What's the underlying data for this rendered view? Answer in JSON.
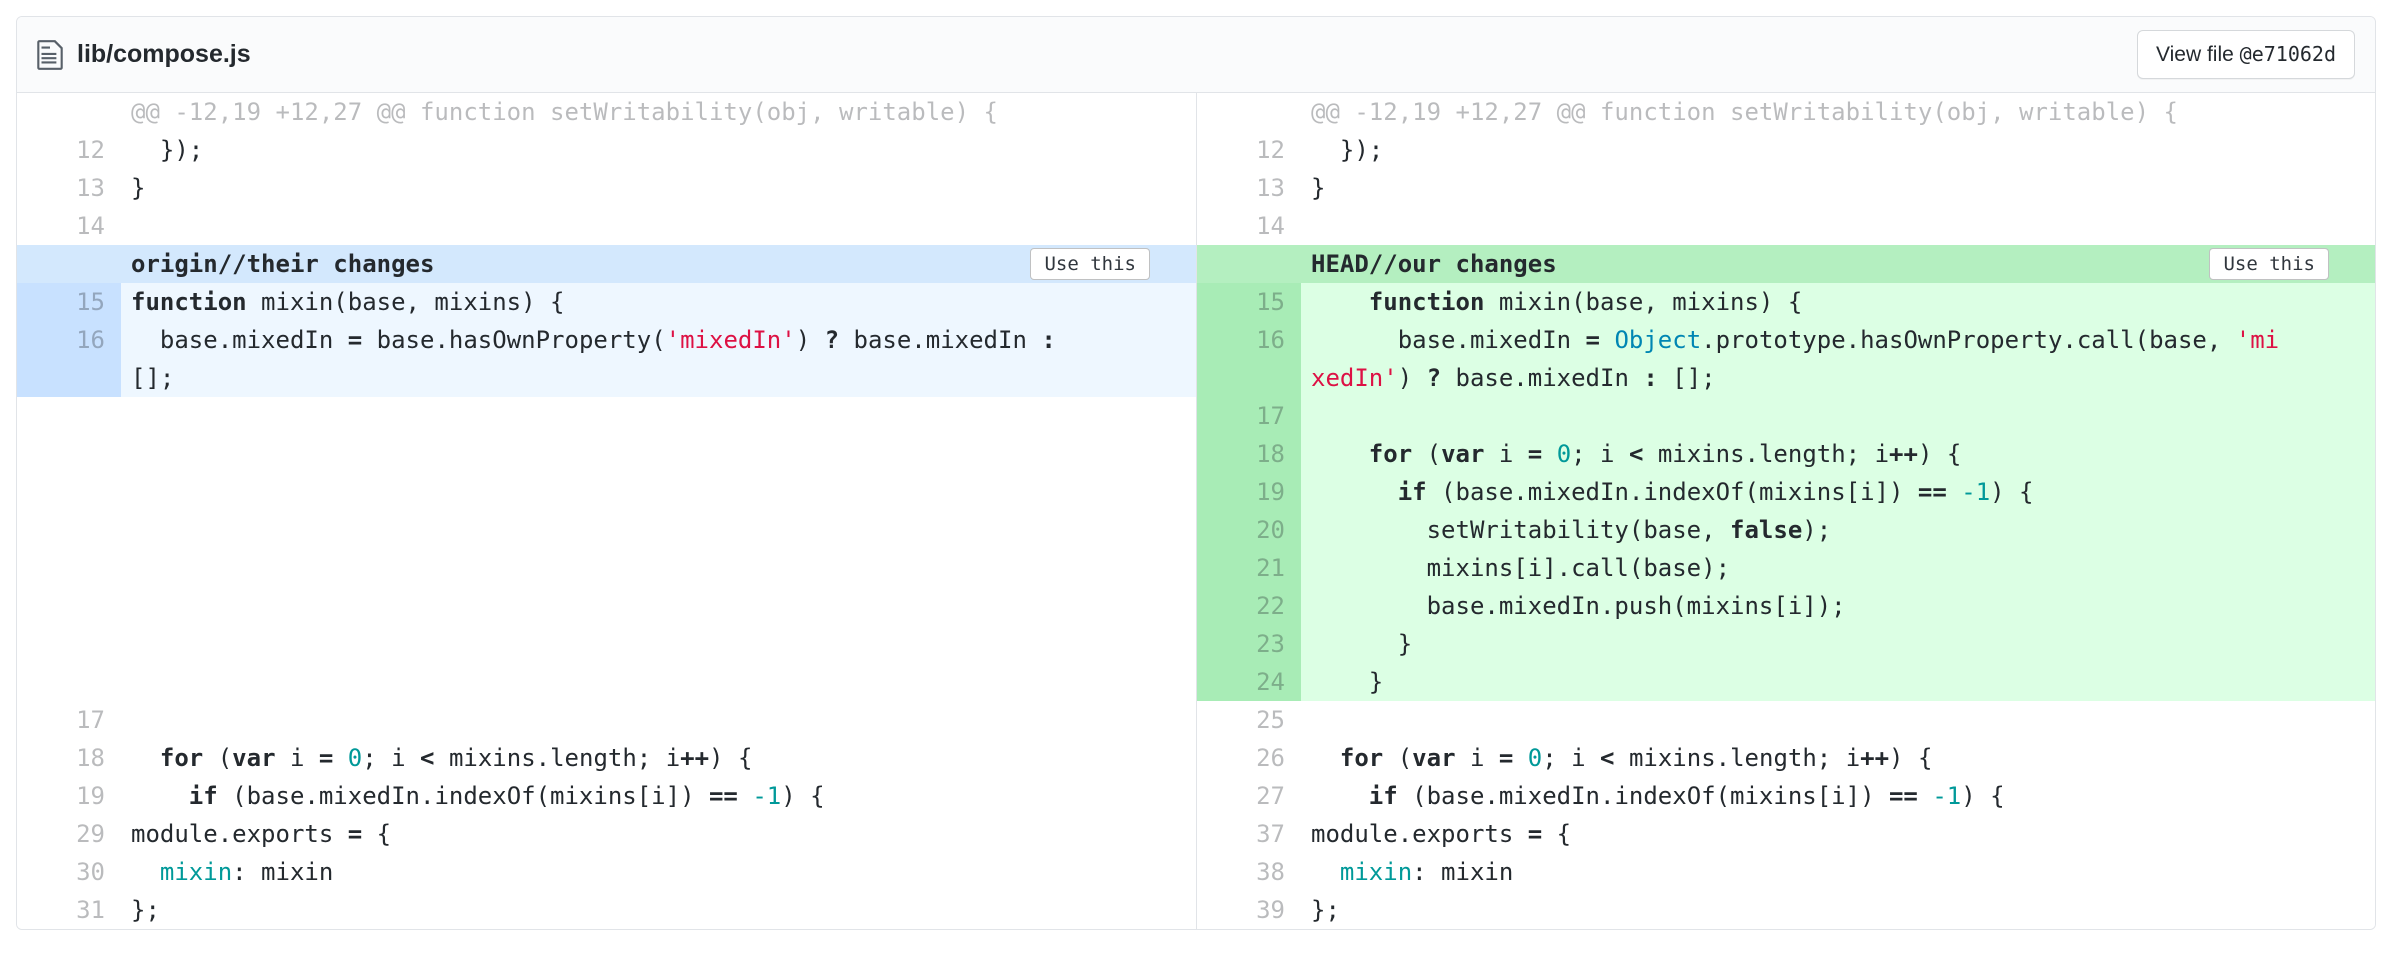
{
  "file_header": {
    "filename": "lib/compose.js",
    "view_file_label": "View file",
    "view_file_sha": "@e71062d"
  },
  "colors": {
    "theirs_header": "#d3e8fd",
    "theirs_gutter": "#c8e1ff",
    "theirs_line": "#eef7ff",
    "ours_header": "#b4efc0",
    "ours_gutter": "#a8ecb6",
    "ours_line": "#dcffe4",
    "string": "#dd1144",
    "number": "#009999",
    "builtin": "#0086b3",
    "border": "#e1e4e8"
  },
  "panes": {
    "left": {
      "name": "theirs",
      "rows": [
        {
          "k": "hunk",
          "s": [
            [
              "",
              "@@ -12,19 +12,27 @@ function setWritability(obj, writable) {"
            ]
          ]
        },
        {
          "k": "code",
          "n": "12",
          "z": "",
          "s": [
            [
              "",
              "  });"
            ]
          ]
        },
        {
          "k": "code",
          "n": "13",
          "z": "",
          "s": [
            [
              "",
              "}"
            ]
          ]
        },
        {
          "k": "code",
          "n": "14",
          "z": "",
          "s": []
        },
        {
          "k": "chdr",
          "z": "blue",
          "label": "origin//their changes",
          "button": "Use this"
        },
        {
          "k": "code",
          "n": "15",
          "z": "blue",
          "s": [
            [
              "k",
              "function"
            ],
            [
              "",
              " mixin(base, mixins) {"
            ]
          ]
        },
        {
          "k": "code",
          "n": "16",
          "z": "blue",
          "s": [
            [
              "",
              "  base.mixedIn "
            ],
            [
              "o",
              "="
            ],
            [
              "",
              " base.hasOwnProperty("
            ],
            [
              "s",
              "'mixedIn'"
            ],
            [
              "",
              ") "
            ],
            [
              "o",
              "?"
            ],
            [
              "",
              " base.mixedIn "
            ],
            [
              "o",
              ":"
            ]
          ]
        },
        {
          "k": "code",
          "n": "",
          "z": "blue",
          "s": [
            [
              "",
              "[];"
            ]
          ]
        },
        {
          "k": "filler"
        },
        {
          "k": "filler"
        },
        {
          "k": "filler"
        },
        {
          "k": "filler"
        },
        {
          "k": "filler"
        },
        {
          "k": "filler"
        },
        {
          "k": "filler"
        },
        {
          "k": "filler"
        },
        {
          "k": "code",
          "n": "17",
          "z": "",
          "s": []
        },
        {
          "k": "code",
          "n": "18",
          "z": "",
          "s": [
            [
              "",
              "  "
            ],
            [
              "k",
              "for"
            ],
            [
              "",
              " ("
            ],
            [
              "k",
              "var"
            ],
            [
              "",
              " i "
            ],
            [
              "o",
              "="
            ],
            [
              "",
              " "
            ],
            [
              "n",
              "0"
            ],
            [
              "",
              "; i "
            ],
            [
              "o",
              "<"
            ],
            [
              "",
              " mixins.length; i"
            ],
            [
              "o",
              "++"
            ],
            [
              "",
              ") {"
            ]
          ]
        },
        {
          "k": "code",
          "n": "19",
          "z": "",
          "s": [
            [
              "",
              "    "
            ],
            [
              "k",
              "if"
            ],
            [
              "",
              " (base.mixedIn.indexOf(mixins[i]) "
            ],
            [
              "o",
              "=="
            ],
            [
              "",
              " "
            ],
            [
              "n",
              "-1"
            ],
            [
              "",
              ") {"
            ]
          ]
        },
        {
          "k": "code",
          "n": "29",
          "z": "",
          "s": [
            [
              "",
              "module.exports "
            ],
            [
              "o",
              "="
            ],
            [
              "",
              " {"
            ]
          ]
        },
        {
          "k": "code",
          "n": "30",
          "z": "",
          "s": [
            [
              "",
              "  "
            ],
            [
              "p",
              "mixin"
            ],
            [
              "",
              ": mixin"
            ]
          ]
        },
        {
          "k": "code",
          "n": "31",
          "z": "",
          "s": [
            [
              "",
              "};"
            ]
          ]
        }
      ]
    },
    "right": {
      "name": "ours",
      "rows": [
        {
          "k": "hunk",
          "s": [
            [
              "",
              "@@ -12,19 +12,27 @@ function setWritability(obj, writable) {"
            ]
          ]
        },
        {
          "k": "code",
          "n": "12",
          "z": "",
          "s": [
            [
              "",
              "  });"
            ]
          ]
        },
        {
          "k": "code",
          "n": "13",
          "z": "",
          "s": [
            [
              "",
              "}"
            ]
          ]
        },
        {
          "k": "code",
          "n": "14",
          "z": "",
          "s": []
        },
        {
          "k": "chdr",
          "z": "green",
          "label": "HEAD//our changes",
          "button": "Use this"
        },
        {
          "k": "code",
          "n": "15",
          "z": "green",
          "s": [
            [
              "",
              "    "
            ],
            [
              "k",
              "function"
            ],
            [
              "",
              " mixin(base, mixins) {"
            ]
          ]
        },
        {
          "k": "code",
          "n": "16",
          "z": "green",
          "s": [
            [
              "",
              "      base.mixedIn "
            ],
            [
              "o",
              "="
            ],
            [
              "",
              " "
            ],
            [
              "v",
              "Object"
            ],
            [
              "",
              ".prototype.hasOwnProperty.call(base, "
            ],
            [
              "s",
              "'mi"
            ]
          ]
        },
        {
          "k": "code",
          "n": "",
          "z": "green",
          "s": [
            [
              "s",
              "xedIn'"
            ],
            [
              "",
              ") "
            ],
            [
              "o",
              "?"
            ],
            [
              "",
              " base.mixedIn "
            ],
            [
              "o",
              ":"
            ],
            [
              "",
              " [];"
            ]
          ]
        },
        {
          "k": "code",
          "n": "17",
          "z": "green",
          "s": []
        },
        {
          "k": "code",
          "n": "18",
          "z": "green",
          "s": [
            [
              "",
              "    "
            ],
            [
              "k",
              "for"
            ],
            [
              "",
              " ("
            ],
            [
              "k",
              "var"
            ],
            [
              "",
              " i "
            ],
            [
              "o",
              "="
            ],
            [
              "",
              " "
            ],
            [
              "n",
              "0"
            ],
            [
              "",
              "; i "
            ],
            [
              "o",
              "<"
            ],
            [
              "",
              " mixins.length; i"
            ],
            [
              "o",
              "++"
            ],
            [
              "",
              ") {"
            ]
          ]
        },
        {
          "k": "code",
          "n": "19",
          "z": "green",
          "s": [
            [
              "",
              "      "
            ],
            [
              "k",
              "if"
            ],
            [
              "",
              " (base.mixedIn.indexOf(mixins[i]) "
            ],
            [
              "o",
              "=="
            ],
            [
              "",
              " "
            ],
            [
              "n",
              "-1"
            ],
            [
              "",
              ") {"
            ]
          ]
        },
        {
          "k": "code",
          "n": "20",
          "z": "green",
          "s": [
            [
              "",
              "        setWritability(base, "
            ],
            [
              "k",
              "false"
            ],
            [
              "",
              ");"
            ]
          ]
        },
        {
          "k": "code",
          "n": "21",
          "z": "green",
          "s": [
            [
              "",
              "        mixins[i].call(base);"
            ]
          ]
        },
        {
          "k": "code",
          "n": "22",
          "z": "green",
          "s": [
            [
              "",
              "        base.mixedIn.push(mixins[i]);"
            ]
          ]
        },
        {
          "k": "code",
          "n": "23",
          "z": "green",
          "s": [
            [
              "",
              "      }"
            ]
          ]
        },
        {
          "k": "code",
          "n": "24",
          "z": "green",
          "s": [
            [
              "",
              "    }"
            ]
          ]
        },
        {
          "k": "code",
          "n": "25",
          "z": "",
          "s": []
        },
        {
          "k": "code",
          "n": "26",
          "z": "",
          "s": [
            [
              "",
              "  "
            ],
            [
              "k",
              "for"
            ],
            [
              "",
              " ("
            ],
            [
              "k",
              "var"
            ],
            [
              "",
              " i "
            ],
            [
              "o",
              "="
            ],
            [
              "",
              " "
            ],
            [
              "n",
              "0"
            ],
            [
              "",
              "; i "
            ],
            [
              "o",
              "<"
            ],
            [
              "",
              " mixins.length; i"
            ],
            [
              "o",
              "++"
            ],
            [
              "",
              ") {"
            ]
          ]
        },
        {
          "k": "code",
          "n": "27",
          "z": "",
          "s": [
            [
              "",
              "    "
            ],
            [
              "k",
              "if"
            ],
            [
              "",
              " (base.mixedIn.indexOf(mixins[i]) "
            ],
            [
              "o",
              "=="
            ],
            [
              "",
              " "
            ],
            [
              "n",
              "-1"
            ],
            [
              "",
              ") {"
            ]
          ]
        },
        {
          "k": "code",
          "n": "37",
          "z": "",
          "s": [
            [
              "",
              "module.exports "
            ],
            [
              "o",
              "="
            ],
            [
              "",
              " {"
            ]
          ]
        },
        {
          "k": "code",
          "n": "38",
          "z": "",
          "s": [
            [
              "",
              "  "
            ],
            [
              "p",
              "mixin"
            ],
            [
              "",
              ": mixin"
            ]
          ]
        },
        {
          "k": "code",
          "n": "39",
          "z": "",
          "s": [
            [
              "",
              "};"
            ]
          ]
        }
      ]
    }
  }
}
